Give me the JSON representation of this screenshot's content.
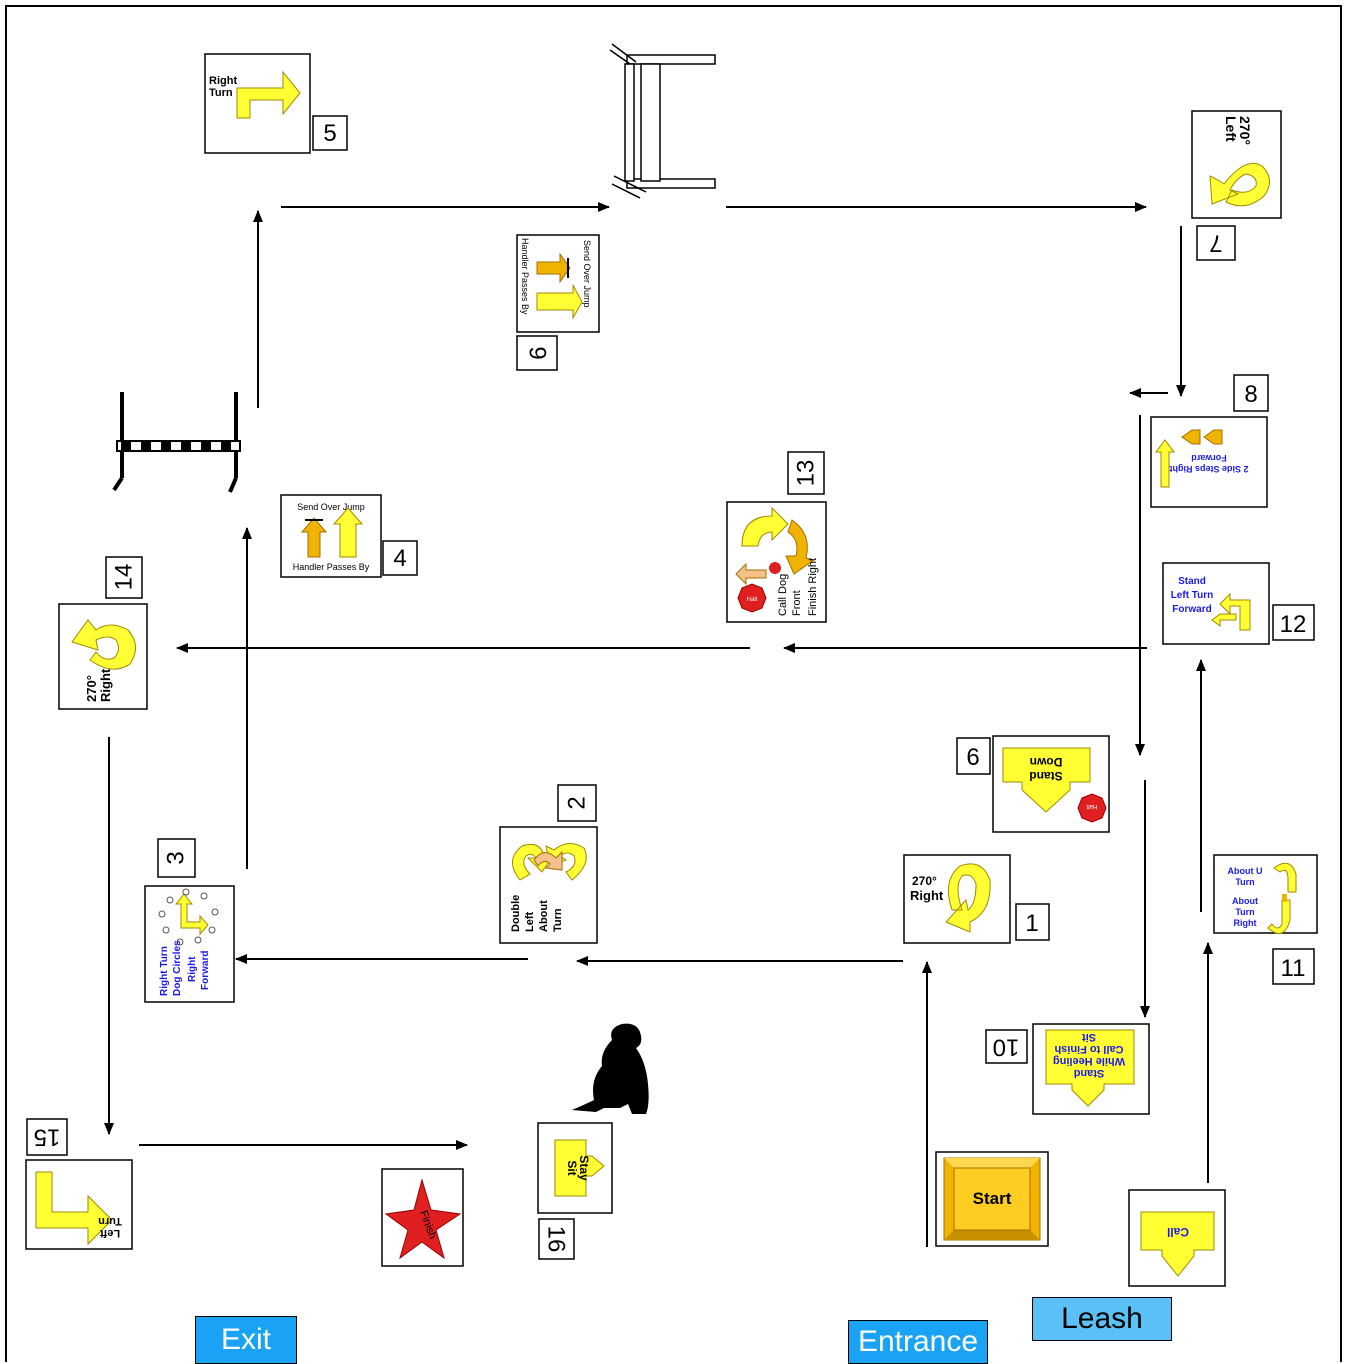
{
  "colors": {
    "yellow": "#ffff33",
    "orange": "#f0b400",
    "red": "#e02020",
    "blue_text": "#1a1ae6",
    "label_blue": "#1aa3f5",
    "leash_blue": "#5bc0f5"
  },
  "labels": {
    "exit": "Exit",
    "entrance": "Entrance",
    "leash": "Leash"
  },
  "numbers": {
    "n1": "1",
    "n2": "2",
    "n3": "3",
    "n4": "4",
    "n5": "5",
    "n6": "6",
    "n7": "7",
    "n8": "8",
    "n9": "9",
    "n10": "10",
    "n11": "11",
    "n12": "12",
    "n13": "13",
    "n14": "14",
    "n15": "15",
    "n16": "16"
  },
  "signs": {
    "right_turn": {
      "l1": "Right",
      "l2": "Turn"
    },
    "left_270": {
      "deg": "270°",
      "dir": "Left"
    },
    "right_270_a": {
      "deg": "270°",
      "dir": "Right"
    },
    "right_270_b": {
      "deg": "270°",
      "dir": "Right"
    },
    "send_over_jump_a": {
      "top": "Send Over Jump",
      "bottom": "Handler Passes By"
    },
    "send_over_jump_b": {
      "top": "Send Over Jump",
      "bottom": "Handler Passes By"
    },
    "side_steps": {
      "l1": "2 Side Steps Right",
      "l2": "Forward"
    },
    "stand_left_turn": {
      "l1": "Stand",
      "l2": "Left Turn",
      "l3": "Forward"
    },
    "call_dog_front": {
      "l1": "Call Dog",
      "l2": "Front",
      "l3": "Finish Right",
      "halt": "Halt"
    },
    "stand_down": {
      "l1": "Stand",
      "l2": "Down",
      "halt": "Halt"
    },
    "double_left": {
      "l1": "Double",
      "l2": "Left",
      "l3": "About",
      "l4": "Turn"
    },
    "dog_circles": {
      "l1": "Right Turn",
      "l2": "Dog Circles",
      "l3": "Right",
      "l4": "Forward"
    },
    "about_u_turn": {
      "l1": "About U",
      "l2": "Turn",
      "l3": "About",
      "l4": "Turn",
      "l5": "Right"
    },
    "stand_heeling": {
      "l1": "Stand",
      "l2": "While Heeling",
      "l3": "Call to Finish",
      "l4": "Sit"
    },
    "sit_stay": {
      "l1": "Sit",
      "l2": "Stay"
    },
    "left_turn": {
      "l1": "Left",
      "l2": "Turn"
    },
    "finish": "Finish",
    "start": "Start",
    "call": "Call"
  }
}
